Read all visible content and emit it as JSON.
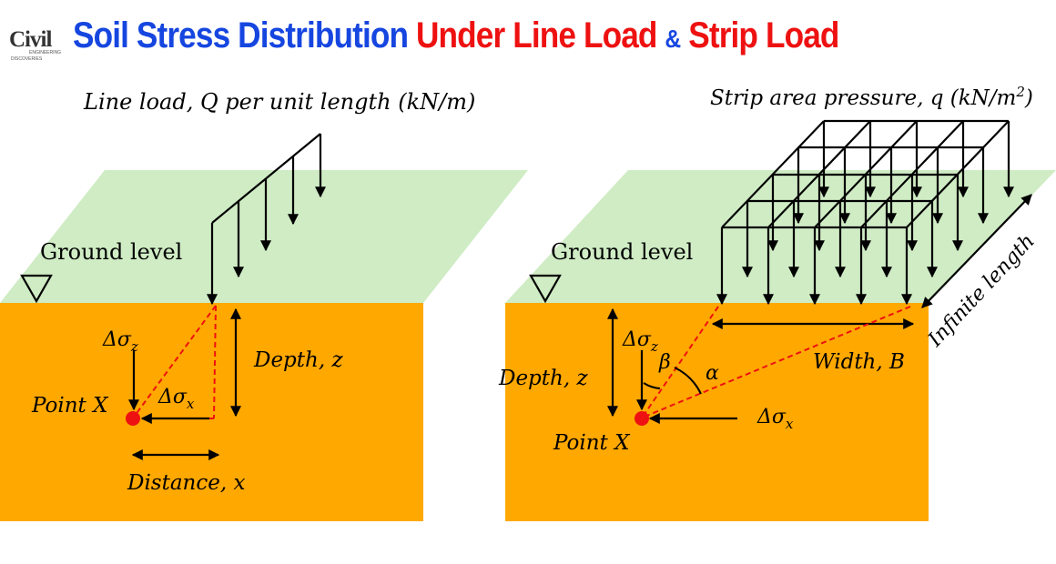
{
  "title": {
    "part1": "Soil Stress Distribution",
    "part2": "Under Line Load",
    "part3": "&",
    "part4": "Strip Load"
  },
  "logo": {
    "text": "Civil",
    "sub": "ENGINEERING",
    "sub2": "DISCOVERIES"
  },
  "colors": {
    "ground_surface": "#cfecc4",
    "soil": "#ffa800",
    "title_blue": "#1646e0",
    "title_red": "#ee1111",
    "point": "#ee1111",
    "dashed_line": "#ee1111"
  },
  "line_load": {
    "load_label": "Line load, Q per unit length (kN/m)",
    "ground_label": "Ground level",
    "sigma_z": "Δσ",
    "sigma_z_sub": "z",
    "sigma_x": "Δσ",
    "sigma_x_sub": "x",
    "depth_label": "Depth, z",
    "point_label": "Point X",
    "distance_label": "Distance, x"
  },
  "strip_load": {
    "load_label": "Strip area pressure, q (kN/m",
    "load_label_sup": "2",
    "load_label_end": ")",
    "ground_label": "Ground level",
    "sigma_z": "Δσ",
    "sigma_z_sub": "z",
    "sigma_x": "Δσ",
    "sigma_x_sub": "x",
    "depth_label": "Depth, z",
    "point_label": "Point X",
    "width_label": "Width, B",
    "length_label": "Infinite length",
    "beta": "β",
    "alpha": "α"
  }
}
